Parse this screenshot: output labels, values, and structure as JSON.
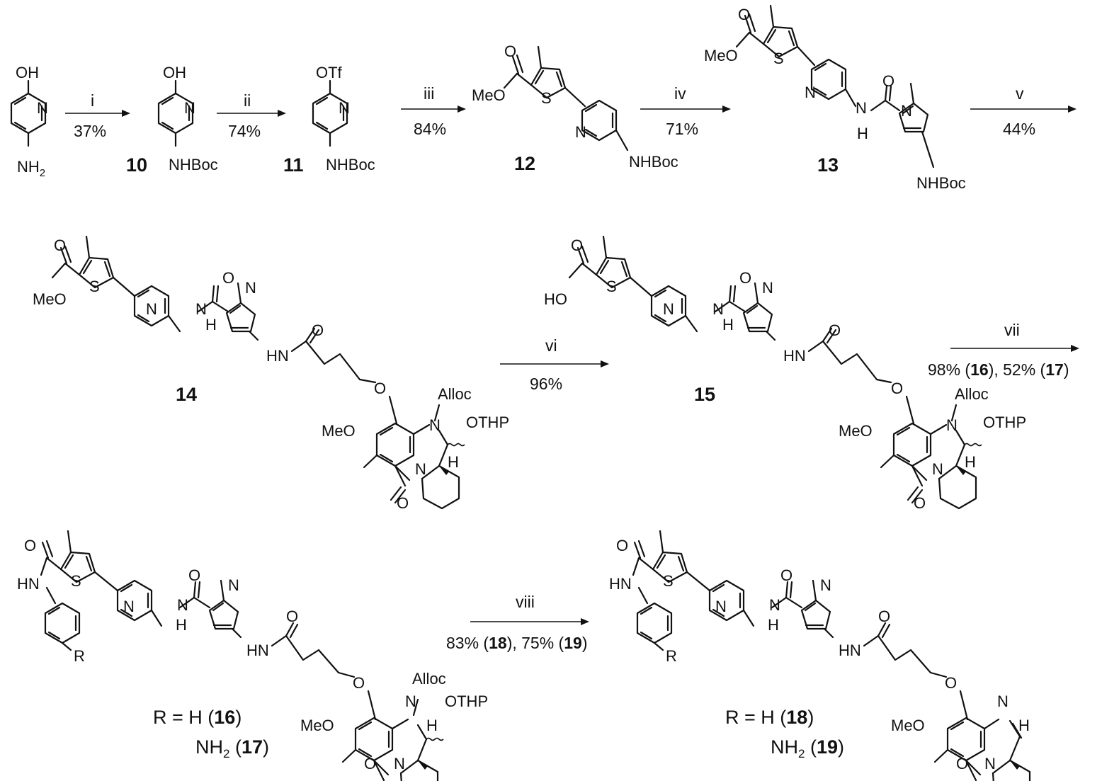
{
  "compounds": {
    "c10": "10",
    "c11": "11",
    "c12": "12",
    "c13": "13",
    "c14": "14",
    "c15": "15"
  },
  "atoms": {
    "OH": "OH",
    "N": "N",
    "NH2": "NH",
    "NH2_sub": "2",
    "NHBoc": "NHBoc",
    "OTf": "OTf",
    "MeO": "MeO",
    "S": "S",
    "O": "O",
    "H": "H",
    "HO": "HO",
    "HN": "HN",
    "Alloc": "Alloc",
    "OTHP": "OTHP",
    "R": "R"
  },
  "steps": [
    {
      "roman": "i",
      "yield": "37%"
    },
    {
      "roman": "ii",
      "yield": "74%"
    },
    {
      "roman": "iii",
      "yield": "84%"
    },
    {
      "roman": "iv",
      "yield": "71%"
    },
    {
      "roman": "v",
      "yield": "44%"
    },
    {
      "roman": "vi",
      "yield": "96%"
    },
    {
      "roman": "vii",
      "yield_a": "98% (",
      "yield_a_cpd": "16",
      "yield_mid": "), 52% (",
      "yield_b_cpd": "17",
      "yield_end": ")"
    },
    {
      "roman": "viii",
      "yield_a": "83% (",
      "yield_a_cpd": "18",
      "yield_mid": "), 75% (",
      "yield_b_cpd": "19",
      "yield_end": ")"
    }
  ],
  "r_defs": {
    "left_line1_pre": "R = H (",
    "left_line1_cpd": "16",
    "left_line1_post": ")",
    "left_line2_pre": "NH",
    "left_line2_sub": "2",
    "left_line2_mid": " (",
    "left_line2_cpd": "17",
    "left_line2_post": ")",
    "right_line1_pre": "R = H (",
    "right_line1_cpd": "18",
    "right_line1_post": ")",
    "right_line2_pre": "NH",
    "right_line2_sub": "2",
    "right_line2_mid": " (",
    "right_line2_cpd": "19",
    "right_line2_post": ")"
  }
}
